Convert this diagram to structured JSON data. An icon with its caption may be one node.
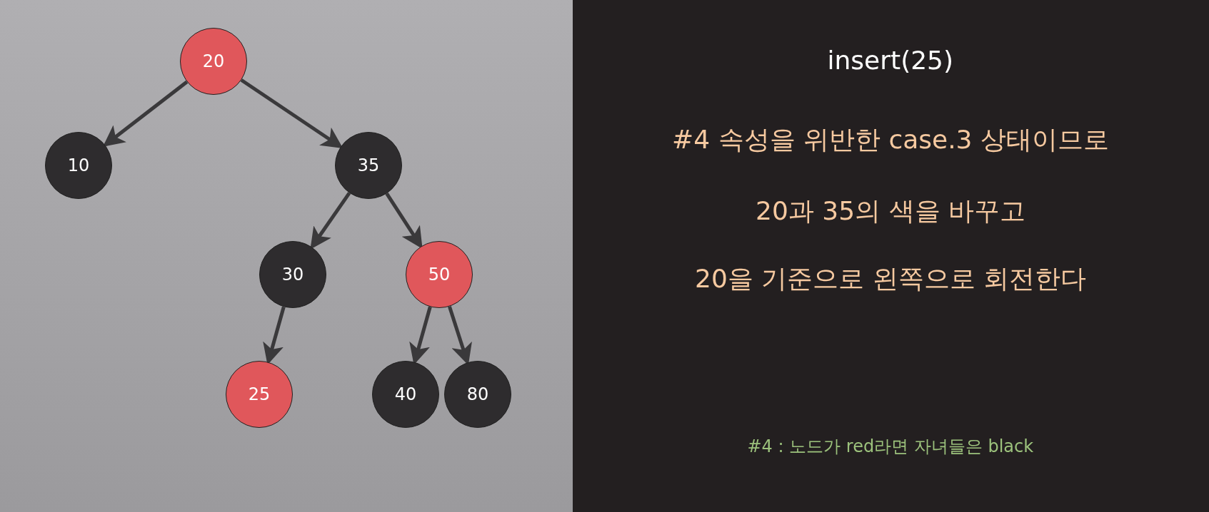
{
  "diagram": {
    "title": "insert(25)",
    "nodes": [
      {
        "text": [
          "20"
        ]
      },
      {
        "text": [
          "10"
        ]
      },
      {
        "text": [
          "35"
        ]
      },
      {
        "text": [
          "30"
        ]
      },
      {
        "text": [
          "50"
        ]
      },
      {
        "text": [
          "25"
        ]
      },
      {
        "text": [
          "40"
        ]
      },
      {
        "text": [
          "80"
        ]
      }
    ],
    "edges": [
      {
        "from": 0,
        "to": 1,
        "arrow": "to"
      },
      {
        "from": 0,
        "to": 2,
        "arrow": "to"
      },
      {
        "from": 2,
        "to": 3,
        "arrow": "to"
      },
      {
        "from": 2,
        "to": 4,
        "arrow": "to"
      },
      {
        "from": 3,
        "to": 5,
        "arrow": "to"
      },
      {
        "from": 4,
        "to": 6,
        "arrow": "to"
      },
      {
        "from": 4,
        "to": 7,
        "arrow": "to"
      }
    ],
    "labels": [
      "#4 속성을 위반한 case.3 상태이므로",
      "20과 35의 색을 바꾸고",
      "20을 기준으로 왼쪽으로 회전한다",
      "#4 : 노드가 red라면 자녀들은 black"
    ]
  }
}
